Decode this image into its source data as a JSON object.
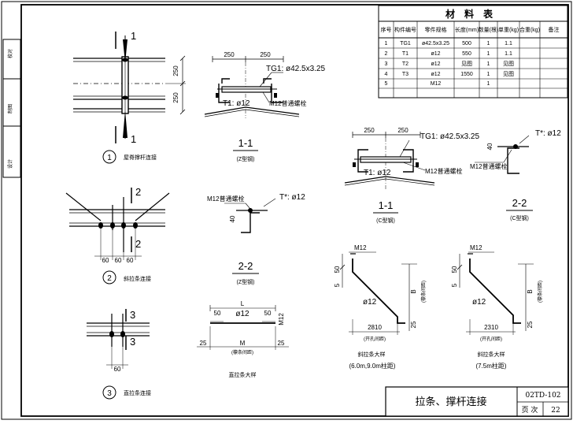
{
  "side_labels": {
    "top": "校对",
    "mid": "制图",
    "bottom": "设计"
  },
  "material_table": {
    "title": "材　料　表",
    "headers": [
      "序号",
      "构件编号",
      "零件规格",
      "长度(mm)",
      "数量(根)",
      "单重(kg)",
      "合重(kg)",
      "备注"
    ],
    "rows": [
      [
        "1",
        "TG1",
        "ø42.5x3.25",
        "500",
        "1",
        "1.1",
        "",
        ""
      ],
      [
        "2",
        "T1",
        "ø12",
        "550",
        "1",
        "1.1",
        "",
        ""
      ],
      [
        "3",
        "T2",
        "ø12",
        "见图",
        "1",
        "见图",
        "",
        ""
      ],
      [
        "4",
        "T3",
        "ø12",
        "1550",
        "1",
        "见图",
        "",
        ""
      ],
      [
        "5",
        "",
        "M12",
        "",
        "1",
        "",
        "",
        ""
      ],
      [
        "",
        "",
        "",
        "",
        "",
        "",
        "",
        ""
      ]
    ]
  },
  "detail1": {
    "mark": "1",
    "num": "1",
    "caption": "屋脊撑杆连接",
    "dim1": "250",
    "dim2": "250"
  },
  "detail2": {
    "mark": "2",
    "num": "2",
    "caption": "斜拉条连接",
    "dims": [
      "60",
      "60",
      "60"
    ]
  },
  "detail3": {
    "mark": "3",
    "num": "3",
    "caption": "直拉条连接",
    "dim": "60"
  },
  "section11_z": {
    "d1": "250",
    "d2": "250",
    "tg": "TG1: ø42.5x3.25",
    "t1": "T1: ø12",
    "bolt": "M12普通螺栓",
    "title": "1-1",
    "sub": "(Z型钢)"
  },
  "section11_c": {
    "d1": "250",
    "d2": "250",
    "tg": "TG1: ø42.5x3.25",
    "t1": "T1: ø12",
    "bolt": "M12普通螺栓",
    "title": "1-1",
    "sub": "(C型钢)"
  },
  "section22_z": {
    "bolt": "M12普通螺栓",
    "t": "T*: ø12",
    "d": "40",
    "title": "2-2",
    "sub": "(Z型钢)"
  },
  "section22_c": {
    "bolt": "M12普通螺栓",
    "t": "T*: ø12",
    "d": "40",
    "title": "2-2",
    "sub": "(C型钢)"
  },
  "straight_rod": {
    "L": "L",
    "d50a": "50",
    "phi": "ø12",
    "d50b": "50",
    "m12": "M12",
    "d25a": "25",
    "M": "M",
    "mnote": "(檩条间距)",
    "d25b": "25",
    "caption": "直拉条大样"
  },
  "diag_rod_a": {
    "m12": "M12",
    "d5": "5",
    "d50": "50",
    "phi": "ø12",
    "B": "B",
    "bnote": "(檩条间距)",
    "d25": "25",
    "len": "2810",
    "lnote": "(开孔间距)",
    "caption": "斜拉条大样",
    "span": "(6.0m,9.0m柱距)"
  },
  "diag_rod_b": {
    "m12": "M12",
    "d5": "5",
    "d50": "50",
    "phi": "ø12",
    "B": "B",
    "bnote": "(檩条间距)",
    "d25": "25",
    "len": "2310",
    "lnote": "(开孔间距)",
    "caption": "斜拉条大样",
    "span": "(7.5m柱距)"
  },
  "title_block": {
    "title": "拉条、撑杆连接",
    "code": "02TD-102",
    "page_label": "页 次",
    "page": "22"
  }
}
